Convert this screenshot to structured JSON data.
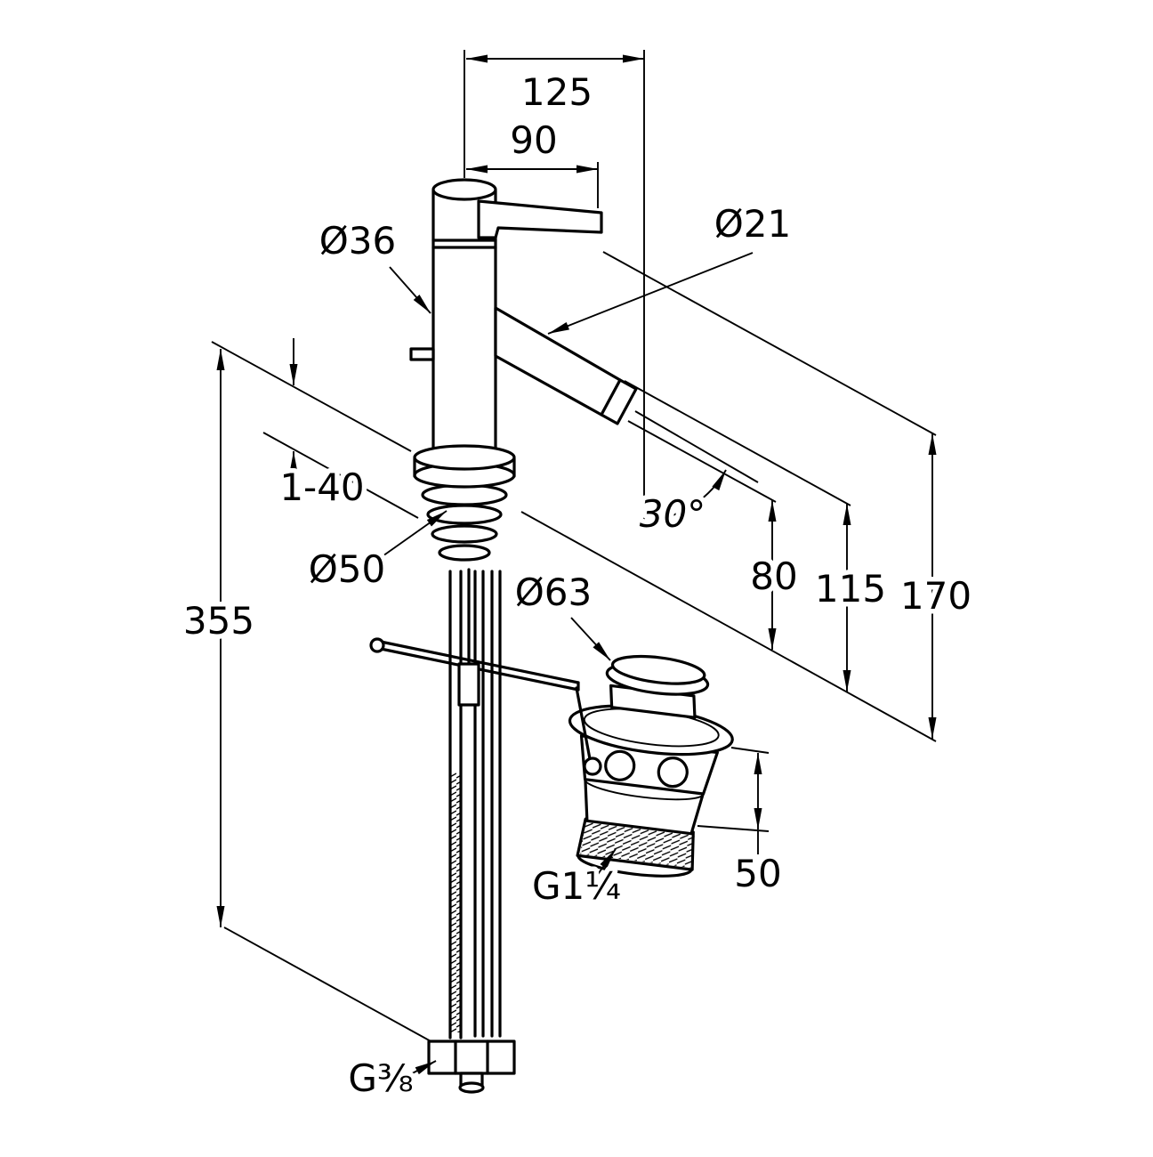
{
  "drawing": {
    "background": "#ffffff",
    "line_color": "#000000",
    "labels": {
      "projection": "125",
      "handle_reach": "90",
      "body_diameter": "Ø36",
      "spout_diameter": "Ø21",
      "deck_thickness_range": "1-40",
      "base_diameter": "Ø50",
      "below_deck_length": "355",
      "waste_flange_diameter": "Ø63",
      "spout_angle": "30°",
      "outlet_height": "80",
      "spout_height": "115",
      "overall_height": "170",
      "waste_height": "50",
      "waste_thread": "G1¼",
      "supply_thread": "G⅜"
    }
  }
}
